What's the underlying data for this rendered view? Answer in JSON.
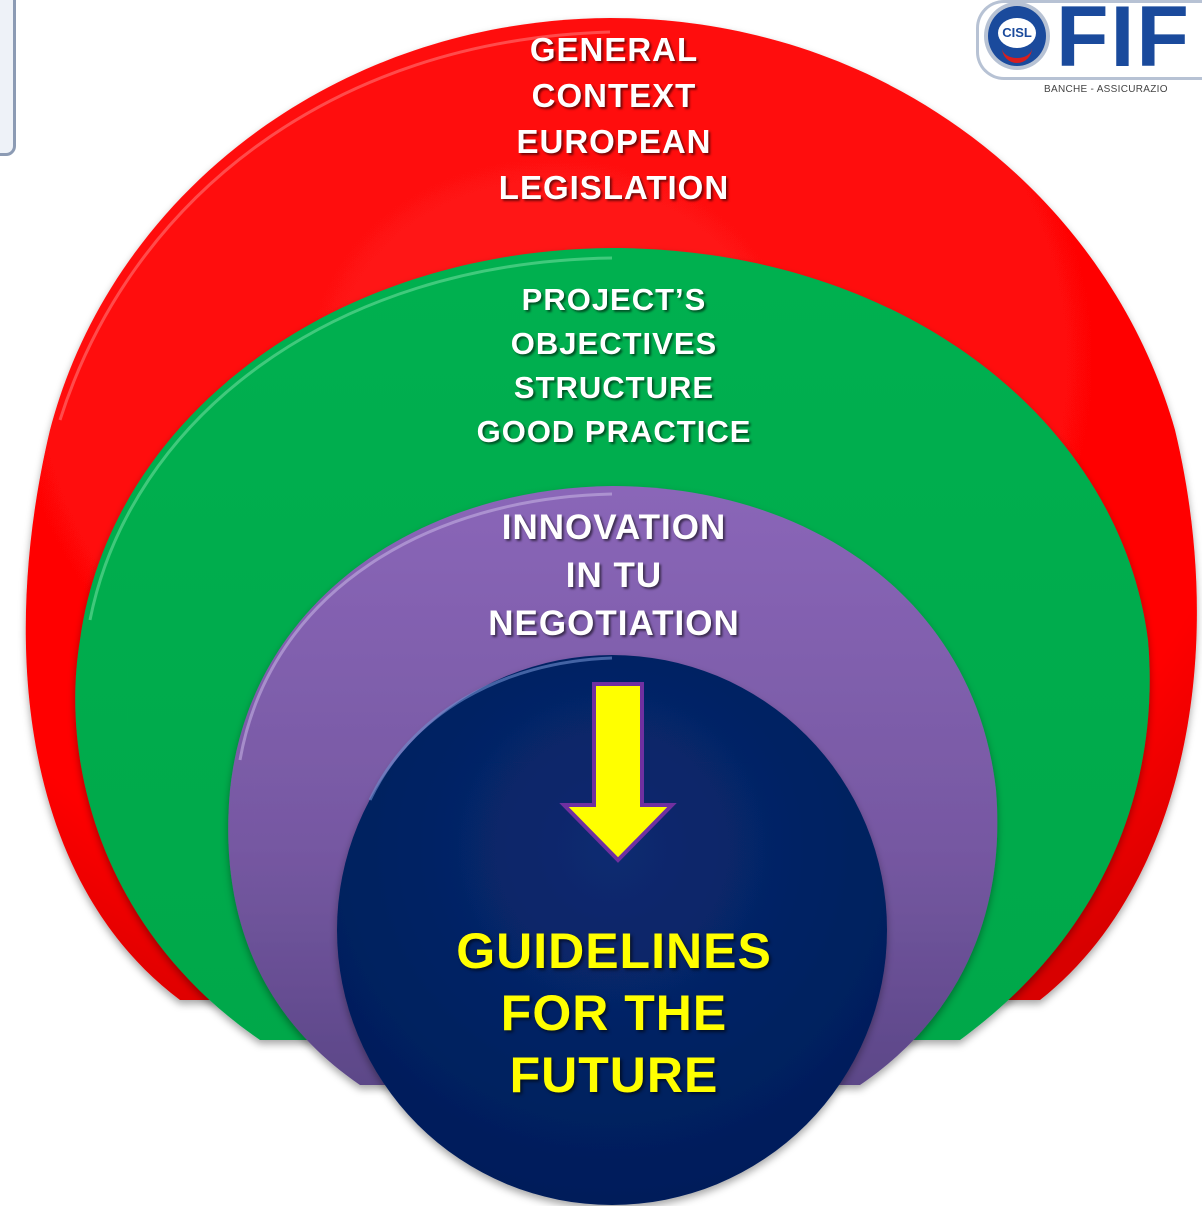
{
  "rings": [
    {
      "id": "red",
      "lines": [
        "GENERAL",
        "CONTEXT",
        "EUROPEAN",
        "LEGISLATION"
      ],
      "color": "#ff0000"
    },
    {
      "id": "green",
      "lines": [
        "PROJECT’S",
        "OBJECTIVES",
        "STRUCTURE",
        "GOOD PRACTICE"
      ],
      "color": "#00b050"
    },
    {
      "id": "purple",
      "lines": [
        "INNOVATION",
        "IN TU",
        "NEGOTIATION"
      ],
      "color": "#7f5fa9"
    },
    {
      "id": "core",
      "lines": [
        "GUIDELINES",
        "FOR THE",
        "FUTURE"
      ],
      "color": "#002060",
      "text_color": "#ffff00"
    }
  ],
  "arrow": {
    "color": "#ffff00",
    "outline": "#7030a0",
    "direction": "down"
  },
  "logo": {
    "badge": "CISL",
    "letters": "FIF",
    "subtitle": "BANCHE - ASSICURAZIO"
  }
}
